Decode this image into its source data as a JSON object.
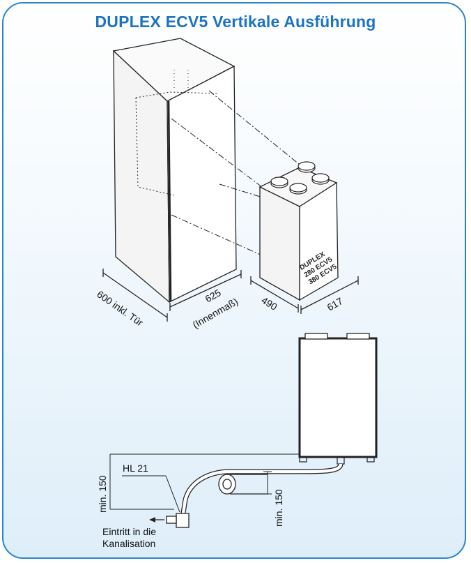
{
  "title": "DUPLEX ECV5 Vertikale Ausführung",
  "cabinet": {
    "width_label": "600 inkl. Tür",
    "depth_label": "625",
    "depth_note": "(Innenmaß)"
  },
  "unit": {
    "depth_label": "490",
    "width_label": "617",
    "brand_lines": [
      "DUPLEX",
      "280 ECV5",
      "380 ECV5"
    ]
  },
  "drain": {
    "pipe_label": "HL 21",
    "height_label_left": "min. 150",
    "height_label_right": "min. 150",
    "outlet_note_line1": "Eintritt in die",
    "outlet_note_line2": "Kanalisation"
  }
}
